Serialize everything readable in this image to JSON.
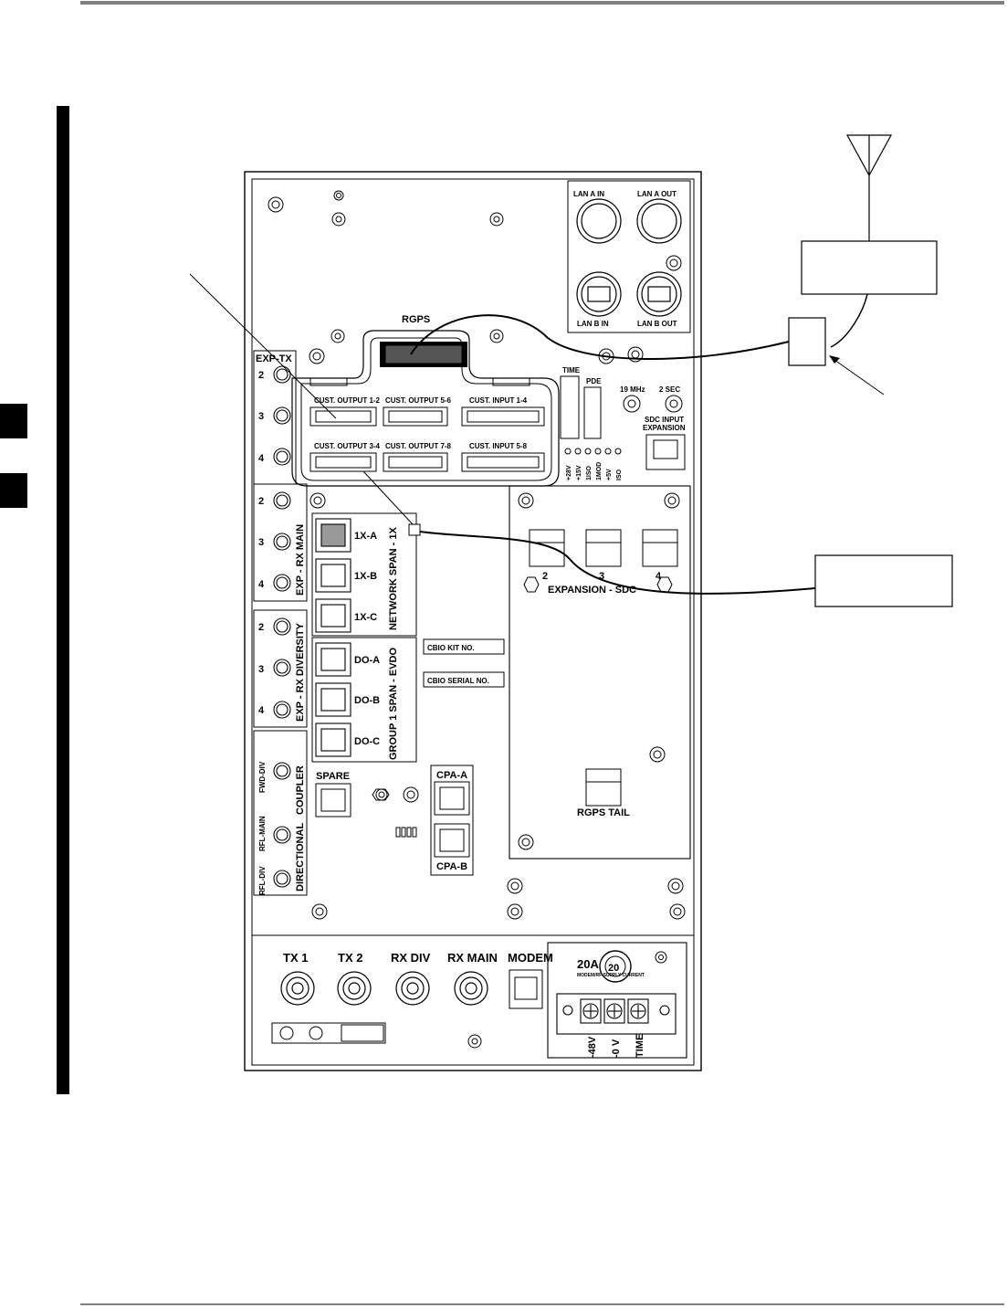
{
  "lan": {
    "a_in": "LAN  A  IN",
    "a_out": "LAN  A  OUT",
    "b_in": "LAN  B  IN",
    "b_out": "LAN  B  OUT"
  },
  "rgps": "RGPS",
  "exp_tx": {
    "title": "EXP-TX",
    "ports": [
      "2",
      "3",
      "4"
    ]
  },
  "rx_main": {
    "title": "EXP  -  RX  MAIN",
    "ports": [
      "2",
      "3",
      "4"
    ]
  },
  "rx_div": {
    "title": "EXP  -  RX  DIVERSITY",
    "ports": [
      "2",
      "3",
      "4"
    ]
  },
  "coupler": {
    "title1": "DIRECTIONAL",
    "title2": "COUPLER",
    "fwd": "FWD-DIV",
    "rfl_main": "RFL-MAIN",
    "rfl_div": "RFL-DIV"
  },
  "cust": {
    "out12": "CUST.  OUTPUT  1-2",
    "out56": "CUST.  OUTPUT  5-6",
    "in14": "CUST.  INPUT  1-4",
    "out34": "CUST.  OUTPUT  3-4",
    "out78": "CUST.  OUTPUT  7-8",
    "in58": "CUST.  INPUT  5-8"
  },
  "time": "TIME",
  "pde": "PDE",
  "mhz": "19  MHz",
  "sec": "2  SEC",
  "sdc_input1": "SDC  INPUT",
  "sdc_input2": "EXPANSION",
  "leds": [
    "+28V",
    "+15V",
    "1ISO",
    "1MOD",
    "+5V",
    "ISO"
  ],
  "span1x": {
    "title": "NETWORK  SPAN  -  1X",
    "ports": [
      "1X-A",
      "1X-B",
      "1X-C"
    ]
  },
  "evdo": {
    "title": "GROUP  1  SPAN  -  EVDO",
    "ports": [
      "DO-A",
      "DO-B",
      "DO-C"
    ]
  },
  "cbio_kit": "CBIO  KIT  NO.",
  "cbio_serial": "CBIO  SERIAL  NO.",
  "expansion": {
    "ports": [
      "2",
      "3",
      "4"
    ],
    "label": "EXPANSION  -  SDC"
  },
  "rgps_tail": "RGPS  TAIL",
  "spare": "SPARE",
  "cpa": {
    "a": "CPA-A",
    "b": "CPA-B"
  },
  "bottom": {
    "tx1": "TX  1",
    "tx2": "TX  2",
    "rxdiv": "RX  DIV",
    "rxmain": "RX  MAIN",
    "modem": "MODEM"
  },
  "fuse": {
    "rating": "20A",
    "num": "20",
    "note": "MODEM/RF SUPPLY CURRENT"
  },
  "terminals": {
    "v48": "-48V",
    "v0": "-0  V",
    "time": "TIME"
  }
}
